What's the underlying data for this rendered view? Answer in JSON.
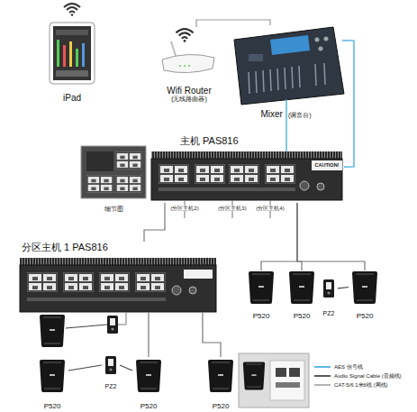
{
  "diagram": {
    "nodes": [
      {
        "text": [
          "iPad"
        ]
      },
      {
        "text": [
          "Wifi Router",
          "(无线路由器)"
        ]
      },
      {
        "text": [
          "Mixer",
          "(调音台)"
        ]
      },
      {
        "text": [
          "主机 PAS816"
        ]
      },
      {
        "text": [
          "细节图"
        ]
      },
      {
        "text": [
          "分区主机 1 PAS816"
        ]
      },
      {
        "text": [
          "P520"
        ]
      },
      {
        "text": [
          "P520"
        ]
      },
      {
        "text": [
          "PZ2"
        ]
      },
      {
        "text": [
          "P520"
        ]
      },
      {
        "text": [
          "PZ2"
        ]
      },
      {
        "text": [
          "P520"
        ]
      },
      {
        "text": [
          "P520"
        ]
      },
      {
        "text": [
          "P520"
        ]
      }
    ],
    "edges": [
      {
        "from": 1,
        "to": 2,
        "arrow": "none"
      },
      {
        "from": 2,
        "to": 3,
        "arrow": "none"
      },
      {
        "from": 3,
        "to": 5,
        "arrow": "none"
      },
      {
        "from": 3,
        "to": 6,
        "arrow": "none"
      },
      {
        "from": 3,
        "to": 7,
        "arrow": "none"
      },
      {
        "from": 3,
        "to": 9,
        "arrow": "none"
      },
      {
        "from": 8,
        "to": 9,
        "arrow": "none"
      },
      {
        "from": 5,
        "to": 12,
        "arrow": "none"
      },
      {
        "from": 5,
        "to": 13,
        "arrow": "none"
      },
      {
        "from": 10,
        "to": 11,
        "arrow": "none"
      },
      {
        "from": 10,
        "to": 12,
        "arrow": "none"
      }
    ],
    "labels": [
      "(分区主机2)",
      "(分区主机3)",
      "(分区主机4)",
      "CAUTION!"
    ],
    "legend": [
      {
        "text": "AES 信号线"
      },
      {
        "text": "Audio Signal Cable (音频线)"
      },
      {
        "text": "CAT-5/6 1米6线 (网线)"
      }
    ]
  }
}
